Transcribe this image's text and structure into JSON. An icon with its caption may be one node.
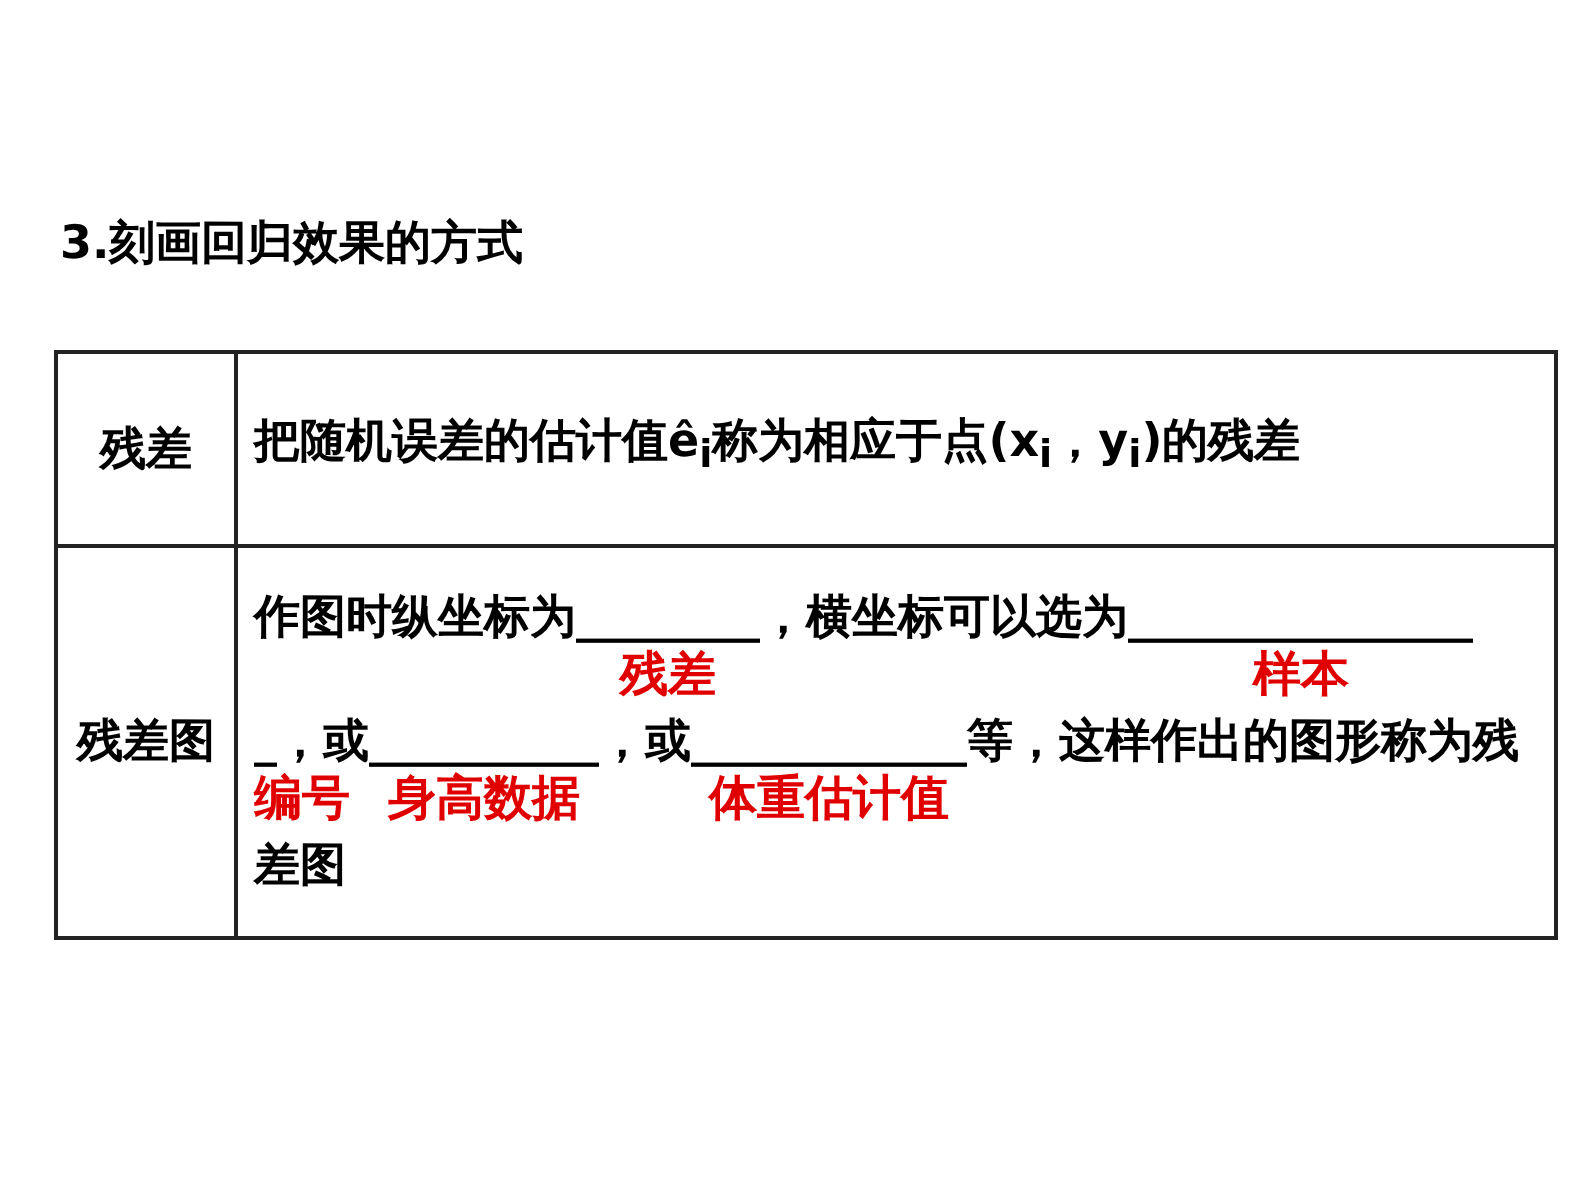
{
  "diagram": {
    "title": "3.刻画回归效果的方式",
    "labels": [
      "残差",
      "把随机误差的估计值ê$_{i}$称为相应于点(x$_{i}$，y$_{i}$)的残差",
      "残差图",
      "作图时纵坐标为________，横坐标可以选为________________，或__________，或____________等，这样作出的图形称为残差图",
      "残差",
      "样本",
      "编号",
      "身高数据",
      "体重估计值"
    ]
  }
}
